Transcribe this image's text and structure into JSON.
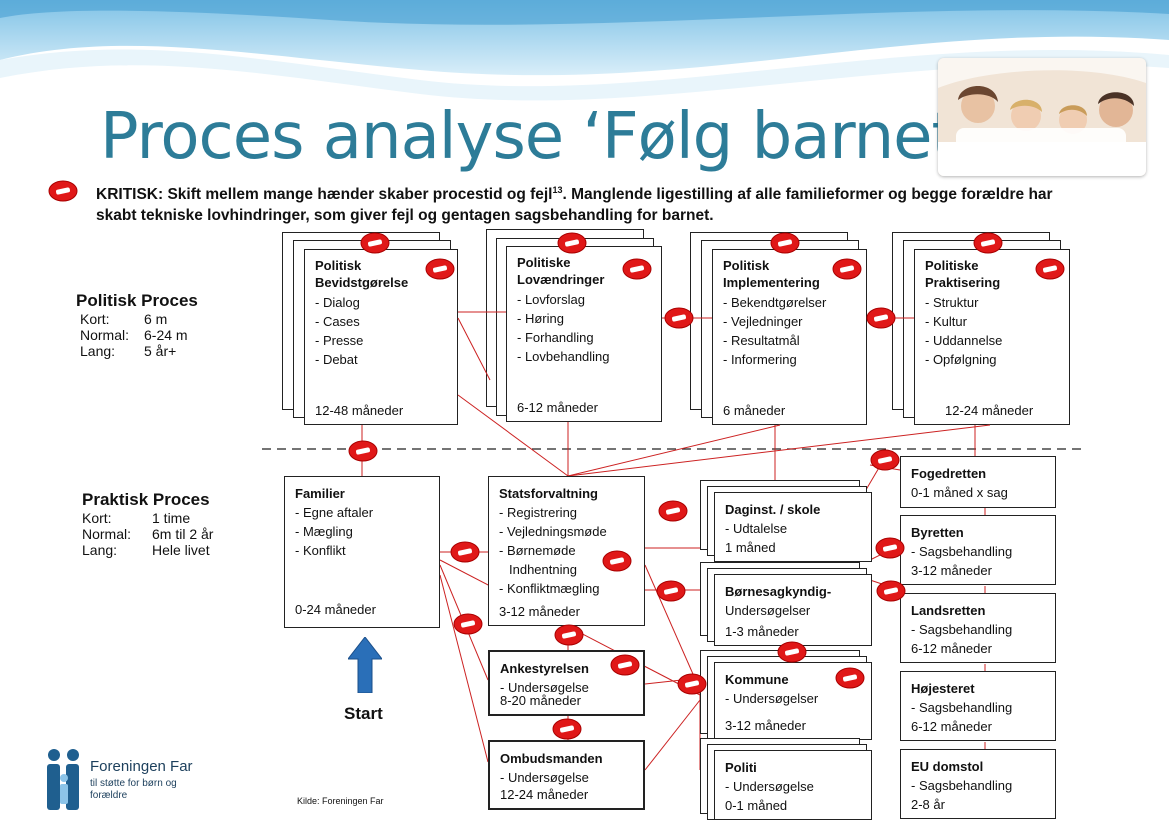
{
  "title": "Proces analyse ‘Følg barnet’",
  "critical": {
    "text": "KRITISK: Skift mellem mange hænder skaber procestid og fejl",
    "sup": "13",
    "text2": ". Manglende ligestilling af alle familieformer og begge forældre har skabt tekniske lovhindringer, som giver fejl og gentagen sagsbehandling for barnet."
  },
  "politisk_proces": {
    "heading": "Politisk Proces",
    "rows": [
      {
        "k": "Kort:",
        "v": "6 m"
      },
      {
        "k": "Normal:",
        "v": "6-24 m"
      },
      {
        "k": "Lang:",
        "v": "5 år+"
      }
    ]
  },
  "praktisk_proces": {
    "heading": "Praktisk Proces",
    "rows": [
      {
        "k": "Kort:",
        "v": "1 time"
      },
      {
        "k": "Normal:",
        "v": "6m til 2 år"
      },
      {
        "k": "Lang:",
        "v": "Hele livet"
      }
    ]
  },
  "political_boxes": [
    {
      "title": "Politisk Bevidstgørelse",
      "items": [
        "- Dialog",
        "- Cases",
        "- Presse",
        "- Debat"
      ],
      "duration": "12-48 måneder"
    },
    {
      "title": "Politiske Lovændringer",
      "items": [
        "- Lovforslag",
        "- Høring",
        "- Forhandling",
        "- Lovbehandling"
      ],
      "duration": "6-12 måneder"
    },
    {
      "title": "Politisk Implementering",
      "items": [
        "- Bekendtgørelser",
        "- Vejledninger",
        "- Resultatmål",
        "- Informering"
      ],
      "duration": "6 måneder"
    },
    {
      "title": "Politiske Praktisering",
      "items": [
        "- Struktur",
        "- Kultur",
        "- Uddannelse",
        "- Opfølgning"
      ],
      "duration": "12-24 måneder"
    }
  ],
  "familier": {
    "title": "Familier",
    "items": [
      "- Egne aftaler",
      "- Mægling",
      "- Konflikt"
    ],
    "duration": "0-24 måneder"
  },
  "statsforvaltning": {
    "title": "Statsforvaltning",
    "items": [
      "- Registrering",
      "- Vejledningsmøde",
      "- Børnemøde",
      "  Indhentning",
      "- Konfliktmægling"
    ],
    "duration": "3-12 måneder"
  },
  "ankestyrelsen": {
    "title": "Ankestyrelsen",
    "items": [
      "- Undersøgelse"
    ],
    "duration": "8-20 måneder"
  },
  "ombudsmanden": {
    "title": "Ombudsmanden",
    "items": [
      "- Undersøgelse"
    ],
    "duration": "12-24 måneder"
  },
  "daginst": {
    "title": "Daginst. / skole",
    "items": [
      "- Udtalelse"
    ],
    "duration": "1 måned"
  },
  "boernesagkyndig": {
    "title": "Børnesagkyndig-",
    "items": [
      "Undersøgelser"
    ],
    "duration": "1-3 måneder"
  },
  "kommune": {
    "title": "Kommune",
    "items": [
      "- Undersøgelser"
    ],
    "duration": "3-12 måneder"
  },
  "politi": {
    "title": "Politi",
    "items": [
      "- Undersøgelse"
    ],
    "duration": "0-1 måned"
  },
  "courts": [
    {
      "title": "Fogedretten",
      "items": [
        "0-1 måned x sag"
      ]
    },
    {
      "title": "Byretten",
      "items": [
        "- Sagsbehandling",
        "3-12 måneder"
      ]
    },
    {
      "title": "Landsretten",
      "items": [
        "- Sagsbehandling",
        "6-12 måneder"
      ]
    },
    {
      "title": "Højesteret",
      "items": [
        "- Sagsbehandling",
        "6-12 måneder"
      ]
    },
    {
      "title": "EU domstol",
      "items": [
        "- Sagsbehandling",
        "2-8 år"
      ]
    }
  ],
  "start_label": "Start",
  "source": "Kilde: Foreningen Far",
  "logo": {
    "name": "Foreningen Far",
    "tagline": "til støtte for børn og forældre"
  },
  "icons": {
    "critical": "no-entry-icon",
    "start": "up-arrow-icon"
  },
  "colors": {
    "title": "#2d7c98",
    "no_entry": "#e01818",
    "connector": "#cc2222",
    "arrow": "#2a6fb8"
  }
}
